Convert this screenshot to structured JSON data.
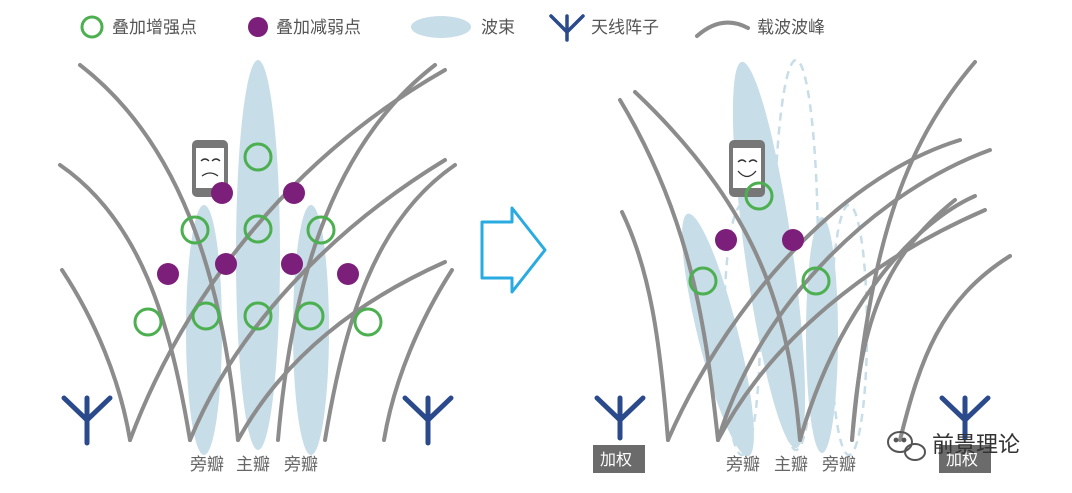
{
  "legend": {
    "constructive": "叠加增强点",
    "destructive": "叠加减弱点",
    "beam": "波束",
    "antenna": "天线阵子",
    "crest": "载波波峰"
  },
  "captions": {
    "left": [
      "旁瓣",
      "主瓣",
      "旁瓣"
    ],
    "right": [
      "旁瓣",
      "主瓣",
      "旁瓣"
    ]
  },
  "weight_tags": [
    "加权",
    "加权"
  ],
  "watermark": "前景理论",
  "colors": {
    "crest": "#8c8c8c",
    "beam": "#c7dde8",
    "constructive": "#4caf50",
    "destructive": "#7b1f7a",
    "antenna": "#2a4a8c",
    "arrow": "#29abe2",
    "tag_bg": "#6b6b6b"
  }
}
